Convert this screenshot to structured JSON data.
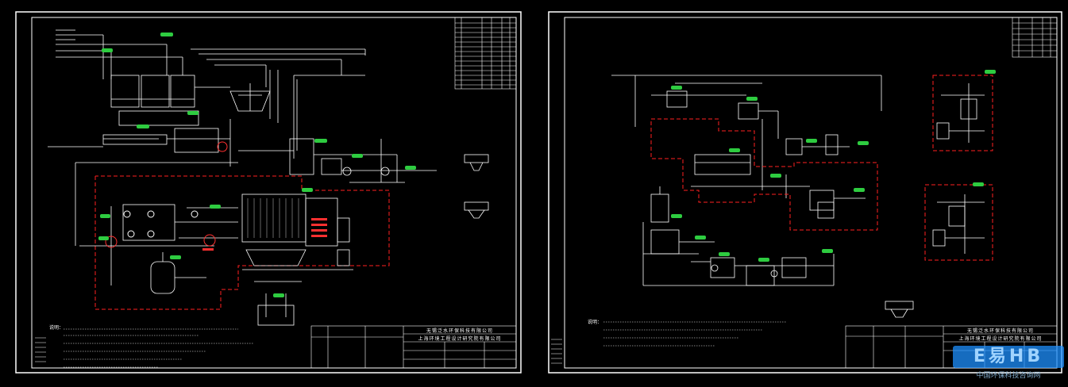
{
  "sheets": [
    {
      "company_lines": [
        "无锡泛水环保科技有限公司",
        "上海环境工程设计研究院有限公司"
      ],
      "notes_heading": "说明："
    },
    {
      "company_lines": [
        "无锡泛水环保科技有限公司",
        "上海环境工程设计研究院有限公司"
      ],
      "notes_heading": "说明："
    }
  ],
  "watermark": {
    "logo_text": "E易HB",
    "caption": "中国环保科技咨询网"
  },
  "colors": {
    "line": "#ffffff",
    "tag_fill": "#2ecc40",
    "boundary": "#ff2020",
    "valve_red": "#ff3030"
  }
}
